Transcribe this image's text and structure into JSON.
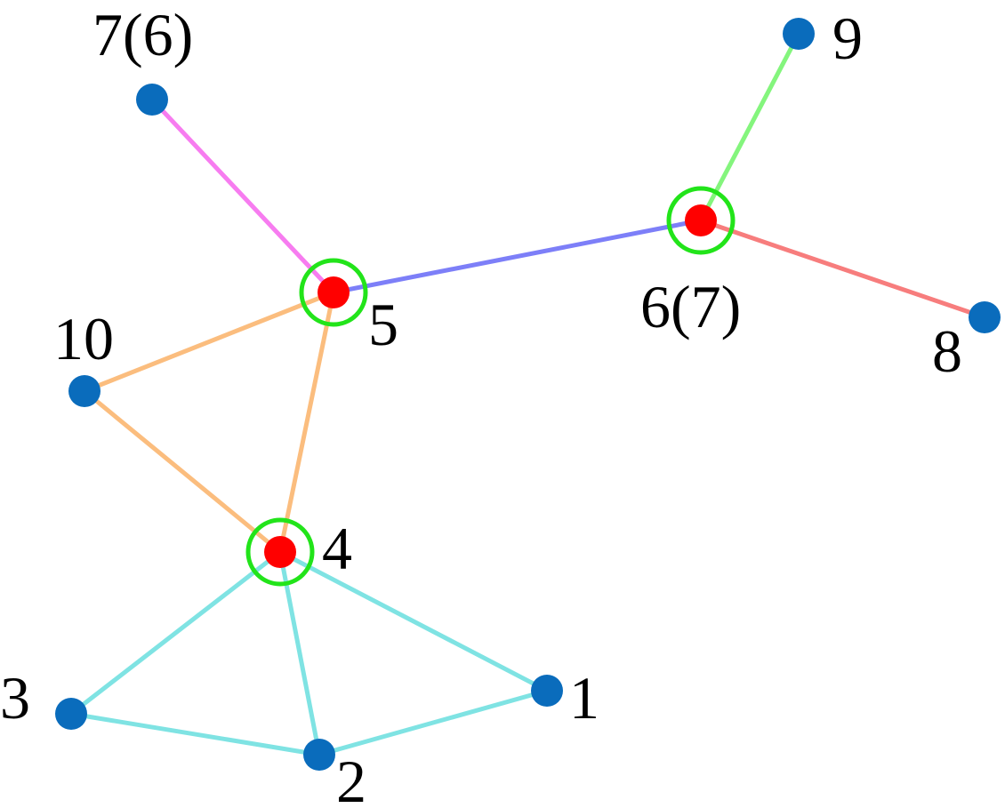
{
  "colors": {
    "regular_node": "#0a6cbc",
    "hub_node": "#ff0000",
    "hub_ring": "#22e41a"
  },
  "nodes": [
    {
      "id": "1",
      "label": "1",
      "hub": false
    },
    {
      "id": "2",
      "label": "2",
      "hub": false
    },
    {
      "id": "3",
      "label": "3",
      "hub": false
    },
    {
      "id": "4",
      "label": "4",
      "hub": true
    },
    {
      "id": "5",
      "label": "5",
      "hub": true
    },
    {
      "id": "6",
      "label": "6(7)",
      "hub": true
    },
    {
      "id": "7",
      "label": "7(6)",
      "hub": false
    },
    {
      "id": "8",
      "label": "8",
      "hub": false
    },
    {
      "id": "9",
      "label": "9",
      "hub": false
    },
    {
      "id": "10",
      "label": "10",
      "hub": false
    }
  ],
  "edges": [
    {
      "source": "7",
      "target": "5",
      "color": "#f77cf0"
    },
    {
      "source": "5",
      "target": "6",
      "color": "#7d7ff8"
    },
    {
      "source": "6",
      "target": "9",
      "color": "#84f57d"
    },
    {
      "source": "6",
      "target": "8",
      "color": "#f77d7d"
    },
    {
      "source": "5",
      "target": "10",
      "color": "#fbbd7e"
    },
    {
      "source": "5",
      "target": "4",
      "color": "#fbbd7e"
    },
    {
      "source": "10",
      "target": "4",
      "color": "#fbbd7e"
    },
    {
      "source": "4",
      "target": "3",
      "color": "#7fe3e3"
    },
    {
      "source": "4",
      "target": "2",
      "color": "#7fe3e3"
    },
    {
      "source": "4",
      "target": "1",
      "color": "#7fe3e3"
    },
    {
      "source": "3",
      "target": "2",
      "color": "#7fe3e3"
    },
    {
      "source": "2",
      "target": "1",
      "color": "#7fe3e3"
    }
  ]
}
